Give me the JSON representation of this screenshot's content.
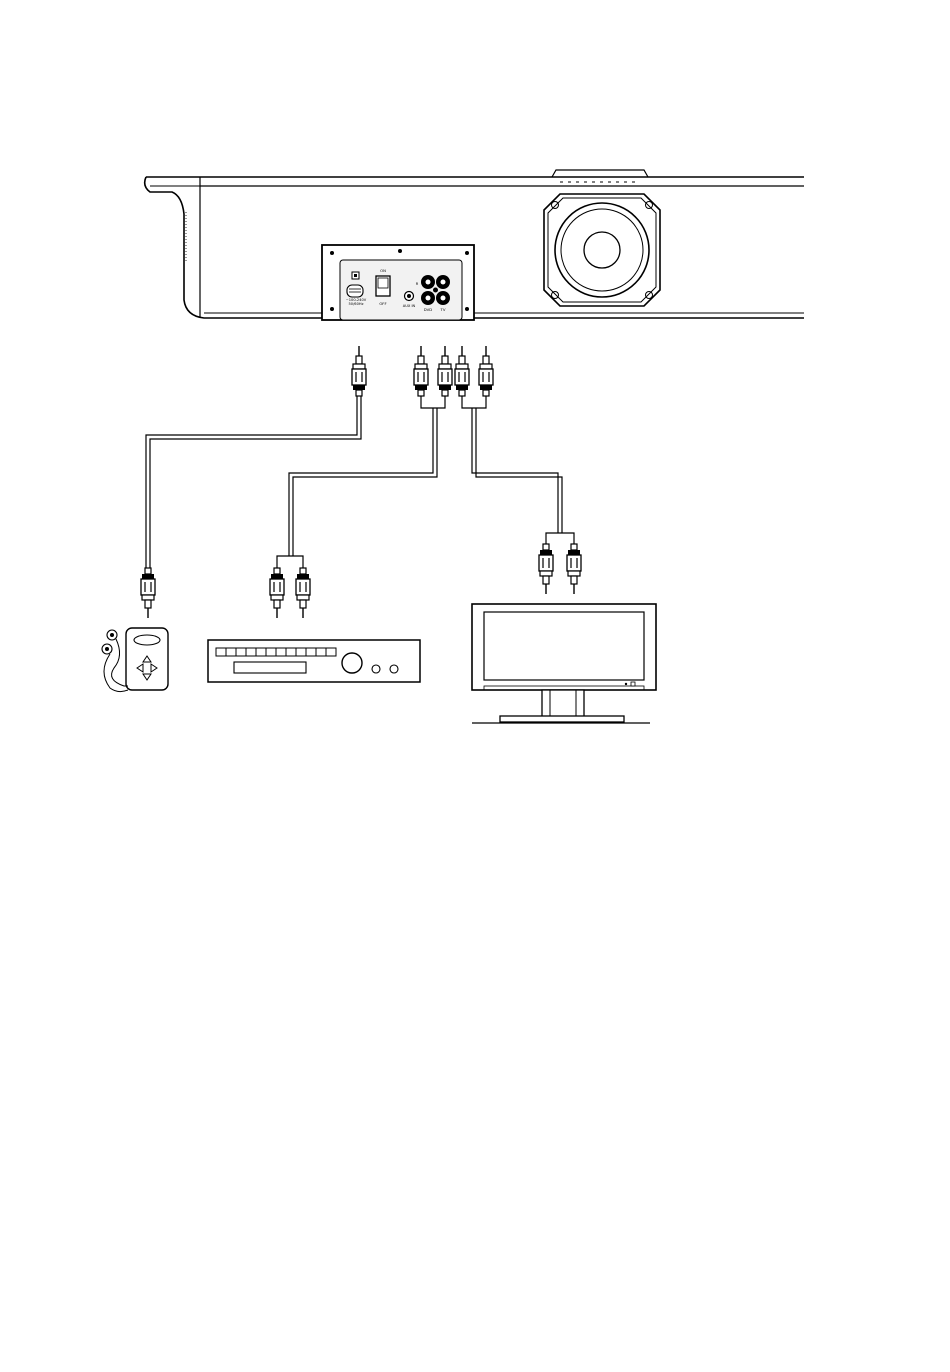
{
  "panel": {
    "power_label": "~100-240V",
    "power_sublabel": "50/60Hz",
    "switch_on_label": "ON",
    "switch_off_label": "OFF",
    "aux_label": "AUX IN",
    "dvd_label": "DVD",
    "tv_label": "TV",
    "channel_label": "R"
  },
  "colors": {
    "stroke": "#000000",
    "background": "#ffffff",
    "panel_inner": "#f2f2f2",
    "cable_fill": "#ffffff"
  },
  "icons": [
    "soundbar",
    "subwoofer-driver",
    "connector-panel",
    "rca-plug",
    "mp3-player",
    "dvd-player",
    "flat-screen-tv"
  ]
}
